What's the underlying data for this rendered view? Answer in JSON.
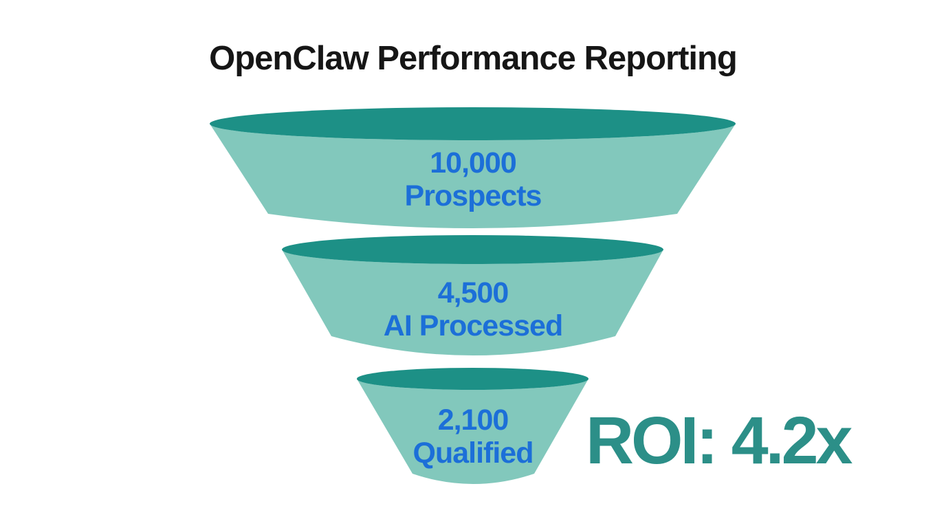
{
  "title": "OpenClaw Performance Reporting",
  "chart_data": {
    "type": "funnel",
    "title": "OpenClaw Performance Reporting",
    "stages": [
      {
        "value": "10,000",
        "label": "Prospects",
        "numeric": 10000
      },
      {
        "value": "4,500",
        "label": "AI Processed",
        "numeric": 4500
      },
      {
        "value": "2,100",
        "label": "Qualified",
        "numeric": 2100
      }
    ],
    "annotation": "ROI: 4.2x",
    "legend": "none",
    "orientation": "top-wide-to-bottom-narrow"
  },
  "roi": {
    "text": "ROI: 4.2x"
  },
  "colors": {
    "background": "#ffffff",
    "title_text": "#161616",
    "funnel_top": "#1d9086",
    "funnel_body": "#82c8bc",
    "stage_text": "#1c6fd8",
    "roi_text": "#2c8f88"
  }
}
